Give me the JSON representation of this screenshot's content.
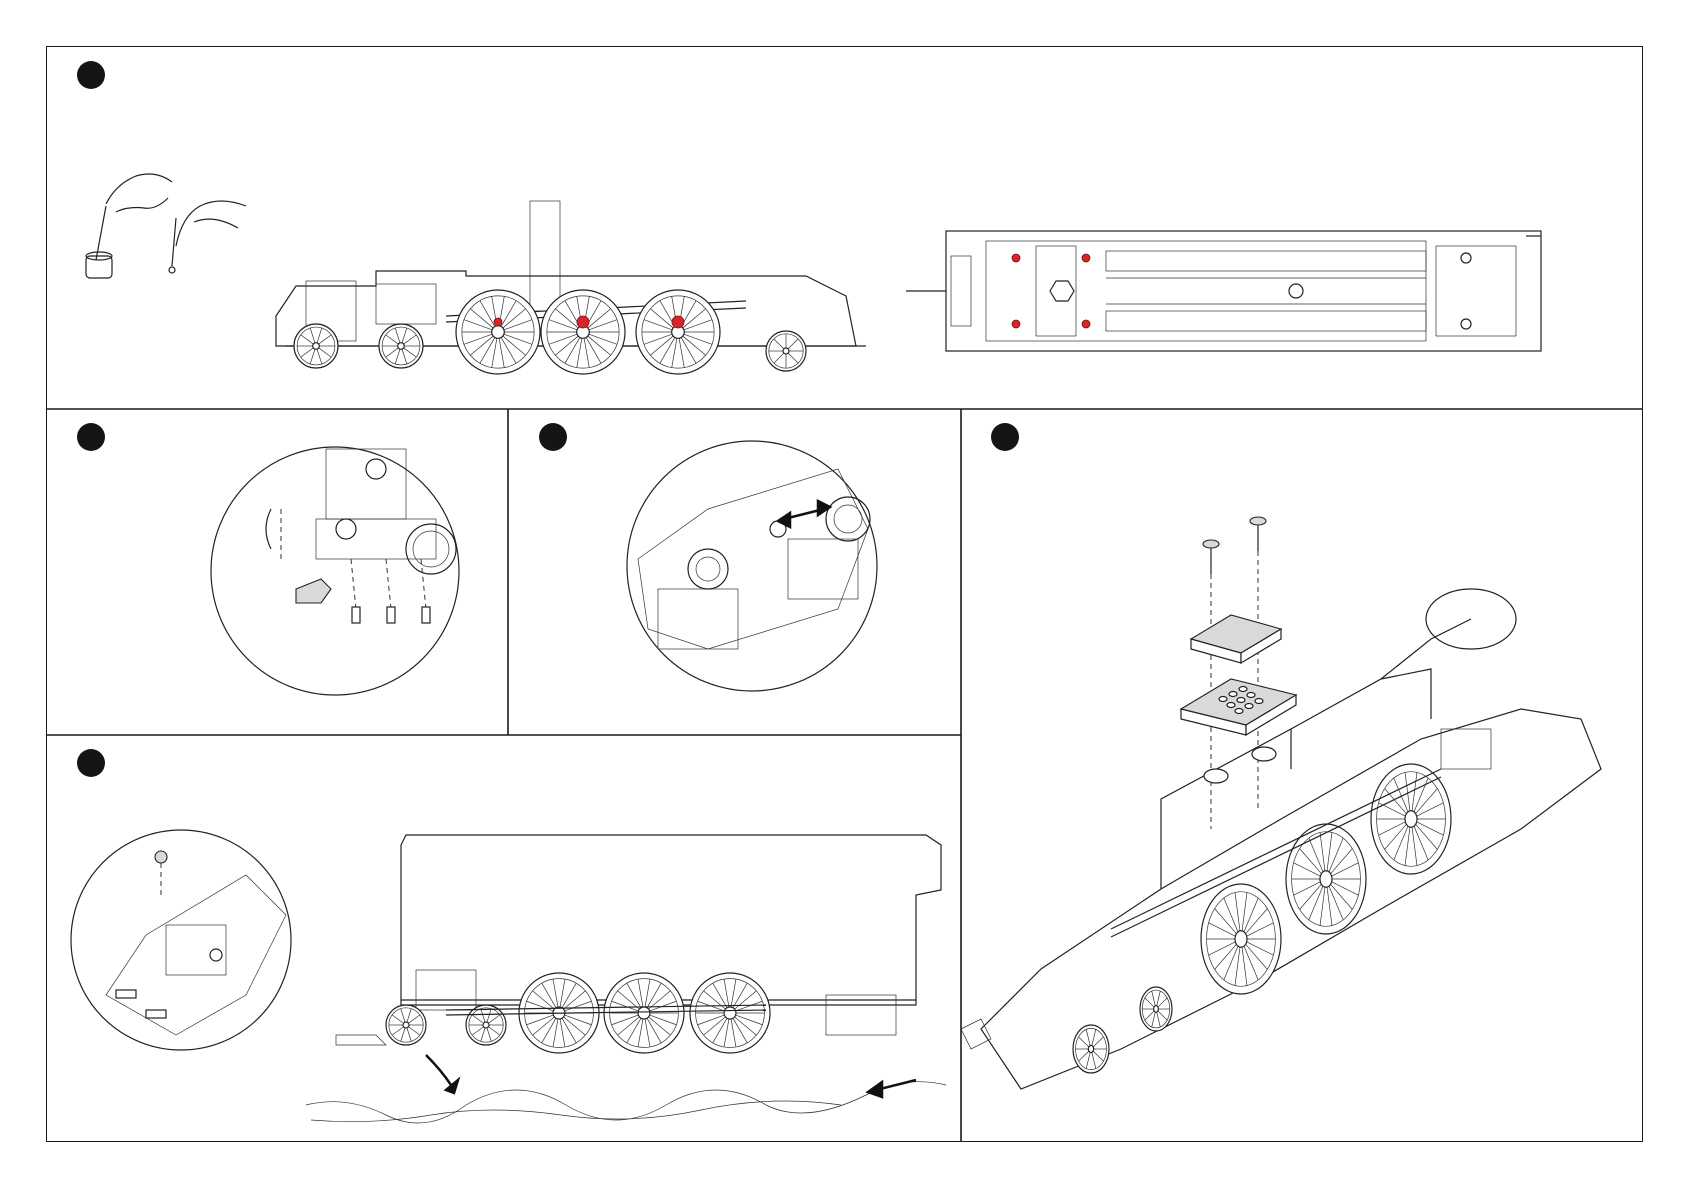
{
  "sheet": {
    "panels": [
      {
        "id": "lubrication",
        "step_marker": "filled-circle"
      },
      {
        "id": "front-coupling",
        "step_marker": "filled-circle"
      },
      {
        "id": "pony-truck",
        "step_marker": "filled-circle"
      },
      {
        "id": "body-removal",
        "step_marker": "filled-circle"
      },
      {
        "id": "decoder-socket",
        "step_marker": "filled-circle"
      }
    ]
  },
  "colors": {
    "line": "#222222",
    "lubrication_point": "#d6262b",
    "plate_fill": "#d9d9d9",
    "background": "#ffffff"
  },
  "icons": [
    "step-marker-icon",
    "oil-pot-icon",
    "oiling-hand-icon",
    "lubrication-point-icon",
    "screw-icon",
    "direction-arrow-icon",
    "magnifier-circle-icon"
  ]
}
